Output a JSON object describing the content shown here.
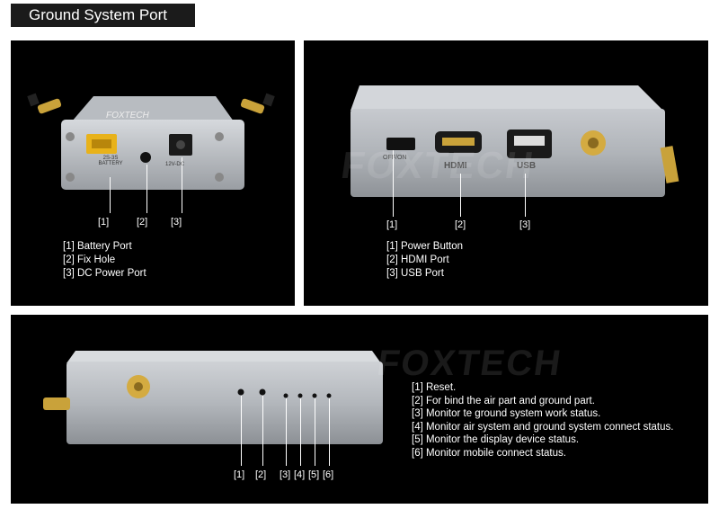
{
  "header": {
    "title": "Ground System Port"
  },
  "panel1": {
    "device_print": {
      "brand": "FOXTECH",
      "battery_label": "2S-3S\nBATTERY",
      "dc_label": "12V-DC"
    },
    "callouts": [
      "[1]",
      "[2]",
      "[3]"
    ],
    "legend": [
      "[1] Battery Port",
      "[2] Fix Hole",
      "[3] DC Power Port"
    ]
  },
  "panel2": {
    "device_print": {
      "power_label": "OFF/ON",
      "hdmi_label": "HDMI",
      "usb_label": "USB"
    },
    "callouts": [
      "[1]",
      "[2]",
      "[3]"
    ],
    "legend": [
      "[1] Power Button",
      "[2] HDMI Port",
      "[3] USB Port"
    ]
  },
  "panel3": {
    "callouts": [
      "[1]",
      "[2]",
      "[3]",
      "[4]",
      "[5]",
      "[6]"
    ],
    "legend": [
      "[1] Reset.",
      "[2] For bind the air part and ground part.",
      "[3] Monitor te ground system work status.",
      "[4] Monitor air system and ground system connect status.",
      "[5] Monitor the display device status.",
      "[6] Monitor mobile connect status."
    ]
  },
  "watermark": "FOXTECH"
}
